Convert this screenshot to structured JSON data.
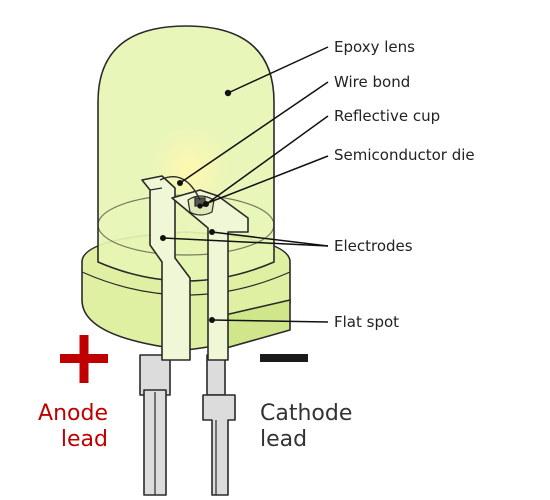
{
  "labels": {
    "epoxy_lens": "Epoxy lens",
    "wire_bond": "Wire bond",
    "reflective_cup": "Reflective cup",
    "semiconductor_die": "Semiconductor die",
    "electrodes": "Electrodes",
    "flat_spot": "Flat spot"
  },
  "leads": {
    "anode": {
      "line1": "Anode",
      "line2": "lead",
      "symbol": "+",
      "color": "#c00000"
    },
    "cathode": {
      "line1": "Cathode",
      "line2": "lead",
      "symbol": "−",
      "color": "#222222"
    }
  },
  "colors": {
    "epoxy": "#e7f5b3",
    "epoxy_shade": "#d6ec94",
    "lead_metal": "#d9d9d9",
    "outline": "#2a2a2a"
  }
}
